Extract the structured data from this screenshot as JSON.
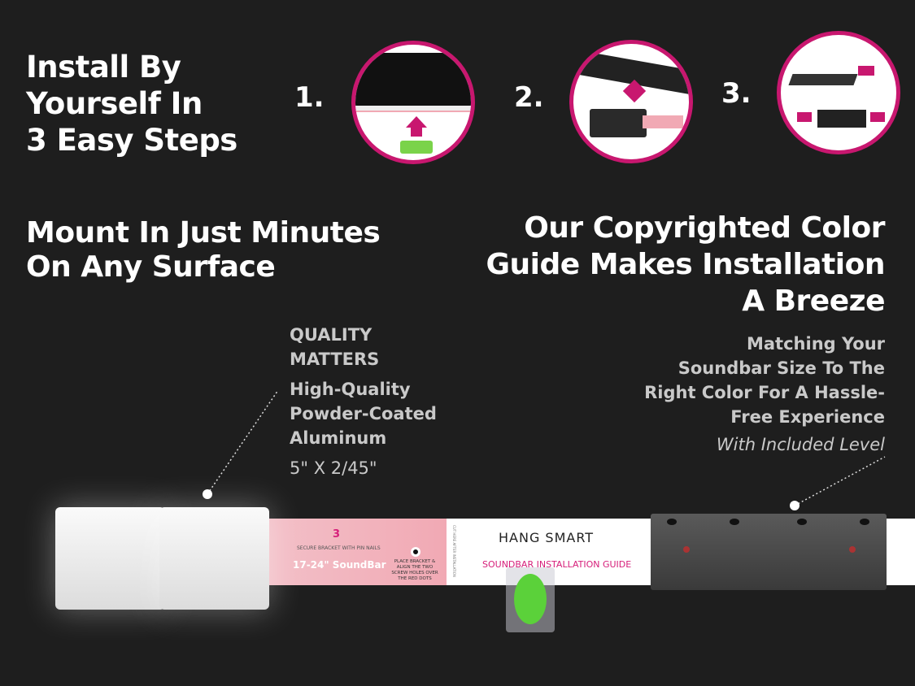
{
  "headline": {
    "line1": "Install By",
    "line2": "Yourself In",
    "line3": "3 Easy Steps"
  },
  "steps": [
    {
      "label": "1."
    },
    {
      "label": "2."
    },
    {
      "label": "3."
    }
  ],
  "left_heading": {
    "line1": "Mount In Just Minutes",
    "line2": "On Any Surface"
  },
  "right_heading": {
    "line1": "Our Copyrighted Color",
    "line2": "Guide Makes Installation",
    "line3": "A Breeze"
  },
  "quality": {
    "title1": "QUALITY",
    "title2": "MATTERS",
    "line1": "High-Quality",
    "line2": "Powder-Coated",
    "line3": "Aluminum",
    "size": "5\" X 2/45\""
  },
  "matching": {
    "line1": "Matching Your",
    "line2": "Soundbar Size To The",
    "line3": "Right Color For A Hassle-",
    "line4": "Free Experience",
    "note": "With Included Level"
  },
  "guide": {
    "number": "3",
    "secure": "SECURE BRACKET WITH PIN NAILS",
    "size_label": "17-24\" SoundBar",
    "place": "PLACE BRACKET & ALIGN THE TWO SCREW HOLES OVER THE RED DOTS",
    "cut": "CUT HERE AFTER INSTALLATION",
    "brand": "HANG SMART",
    "subtitle": "SOUNDBAR INSTALLATION GUIDE"
  },
  "colors": {
    "accent": "#c8176f",
    "background": "#1e1e1e"
  }
}
